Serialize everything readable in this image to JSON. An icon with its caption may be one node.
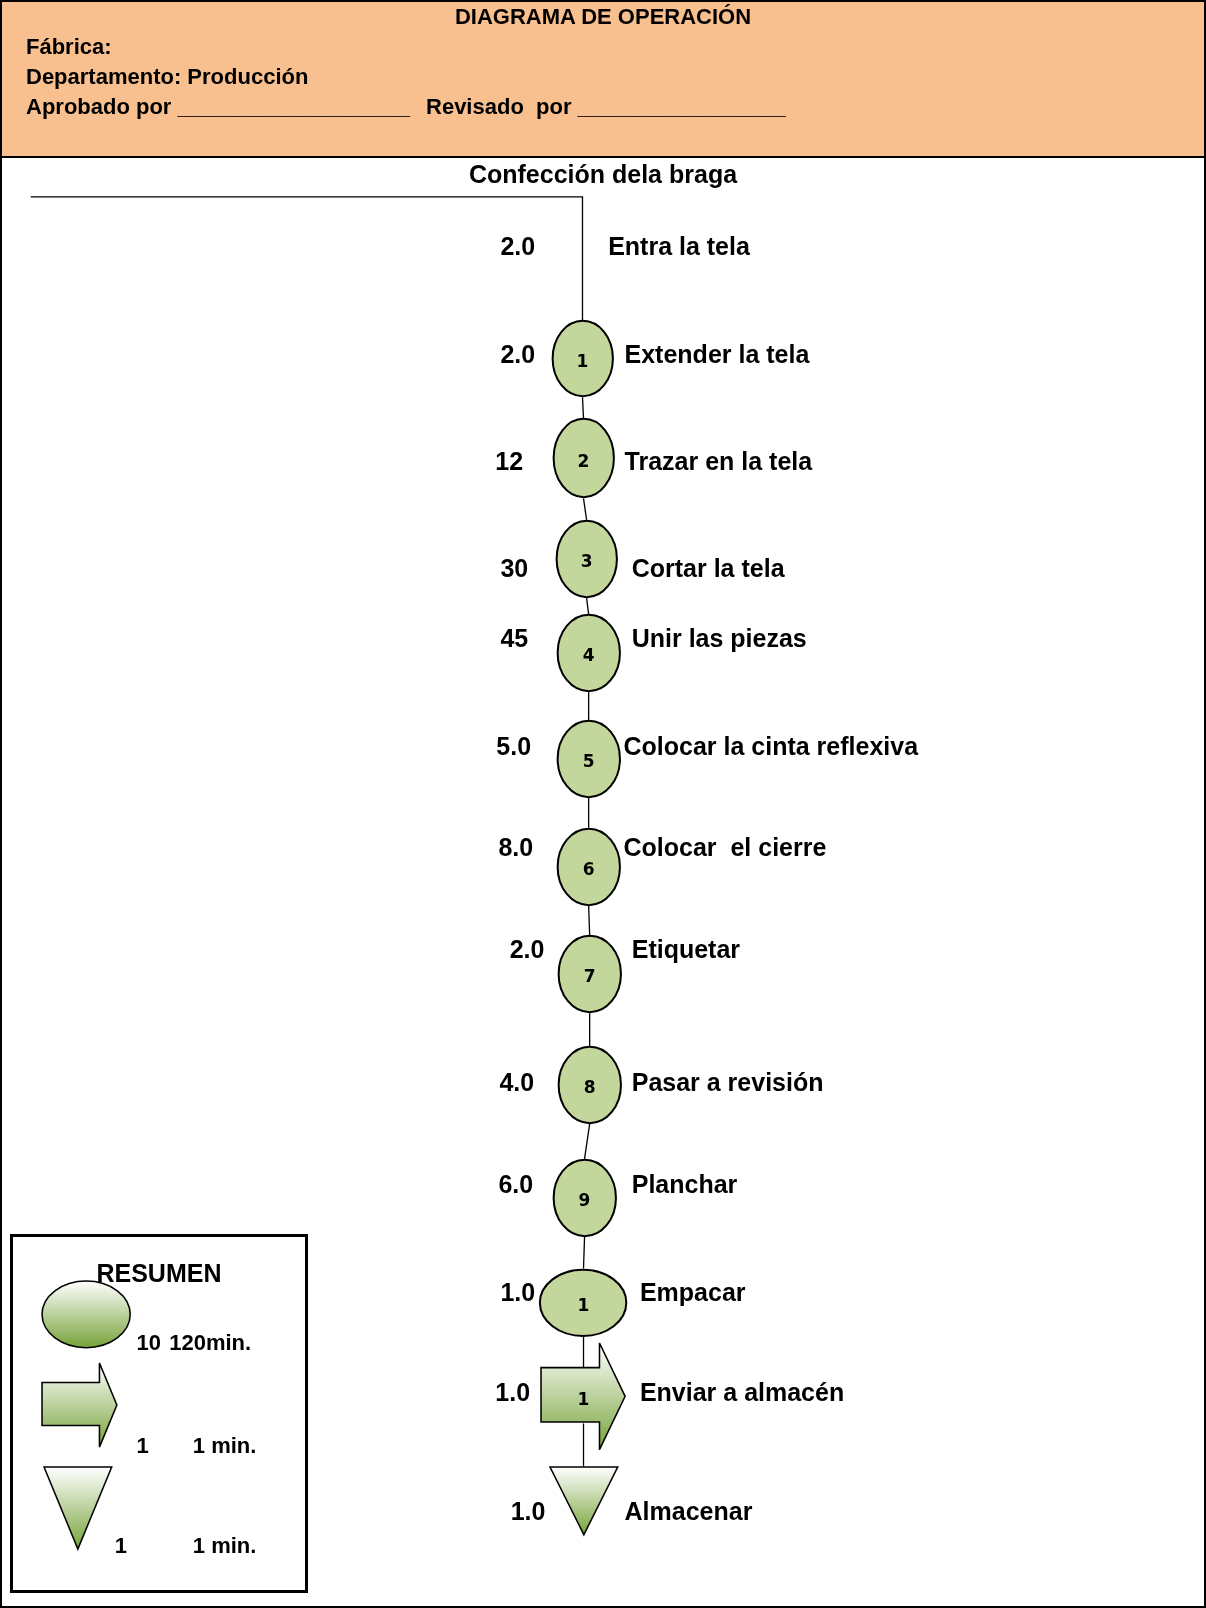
{
  "diagram": {
    "title": "Confección dela braga",
    "nodes": [
      {
        "text": [
          "DIAGRAMA DE OPERACIÓN",
          "Fábrica:",
          "Departamento: Producción",
          "Aprobado por ___________________",
          "Revisado  por _________________"
        ]
      },
      {
        "text": [
          "1"
        ],
        "beside": [
          "2.0",
          "Extender la tela"
        ]
      },
      {
        "text": [
          "2"
        ],
        "beside": [
          "12",
          "Trazar en la tela"
        ]
      },
      {
        "text": [
          "3"
        ],
        "beside": [
          "30",
          "Cortar la tela"
        ]
      },
      {
        "text": [
          "4"
        ],
        "beside": [
          "45",
          "Unir las piezas"
        ]
      },
      {
        "text": [
          "5"
        ],
        "beside": [
          "5.0",
          "Colocar la cinta reflexiva"
        ]
      },
      {
        "text": [
          "6"
        ],
        "beside": [
          "8.0",
          "Colocar  el cierre"
        ]
      },
      {
        "text": [
          "7"
        ],
        "beside": [
          "2.0",
          "Etiquetar"
        ]
      },
      {
        "text": [
          "8"
        ],
        "beside": [
          "4.0",
          "Pasar a revisión"
        ]
      },
      {
        "text": [
          "9"
        ],
        "beside": [
          "6.0",
          "Planchar"
        ]
      },
      {
        "text": [
          "1"
        ],
        "beside": [
          "1.0",
          "Empacar"
        ]
      },
      {
        "text": [
          "1"
        ],
        "beside": [
          "1.0",
          "Enviar a almacén"
        ]
      },
      {
        "text": [],
        "shape": "triangle",
        "beside": [
          "1.0",
          "Almacenar"
        ]
      },
      {
        "text": [
          "RESUMEN"
        ]
      }
    ],
    "edges": [
      {
        "from": null,
        "to": 1,
        "arrow": "none"
      },
      {
        "from": 1,
        "to": 2,
        "arrow": "none"
      },
      {
        "from": 2,
        "to": 3,
        "arrow": "none"
      },
      {
        "from": 3,
        "to": 4,
        "arrow": "none"
      },
      {
        "from": 4,
        "to": 5,
        "arrow": "none"
      },
      {
        "from": 5,
        "to": 6,
        "arrow": "none"
      },
      {
        "from": 6,
        "to": 7,
        "arrow": "none"
      },
      {
        "from": 7,
        "to": 8,
        "arrow": "none"
      },
      {
        "from": 8,
        "to": 9,
        "arrow": "none"
      },
      {
        "from": 9,
        "to": 10,
        "arrow": "none"
      },
      {
        "from": 10,
        "to": 11,
        "arrow": "none"
      },
      {
        "from": 11,
        "to": 12,
        "arrow": "none"
      }
    ],
    "labels": [
      "2.0",
      "Entra la tela",
      "10",
      "120min.",
      "1",
      "1 min.",
      "1",
      "1 min."
    ]
  }
}
